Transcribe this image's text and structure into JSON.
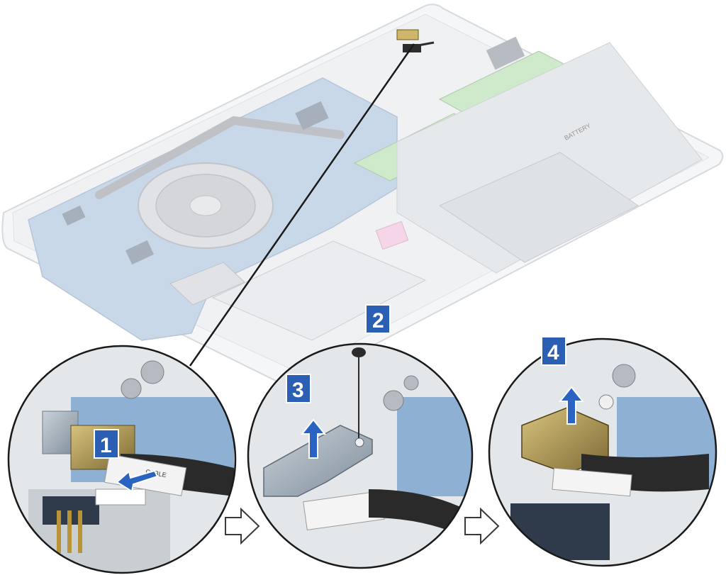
{
  "figure": {
    "steps": [
      {
        "number": "1"
      },
      {
        "number": "2"
      },
      {
        "number": "3"
      },
      {
        "number": "4"
      }
    ],
    "labels": {
      "battery": "BATTERY",
      "cable": "CABLE"
    }
  },
  "colors": {
    "badge": "#2a5fb4",
    "arrow": "#2a63c2",
    "board": "#7fa6cf",
    "chassis": "#e6e9ec",
    "bracket": "#9aa7b3",
    "connector": "#b59a52"
  },
  "icons": [
    "right-arrow-outline-icon",
    "up-arrow-icon",
    "screw-icon"
  ]
}
